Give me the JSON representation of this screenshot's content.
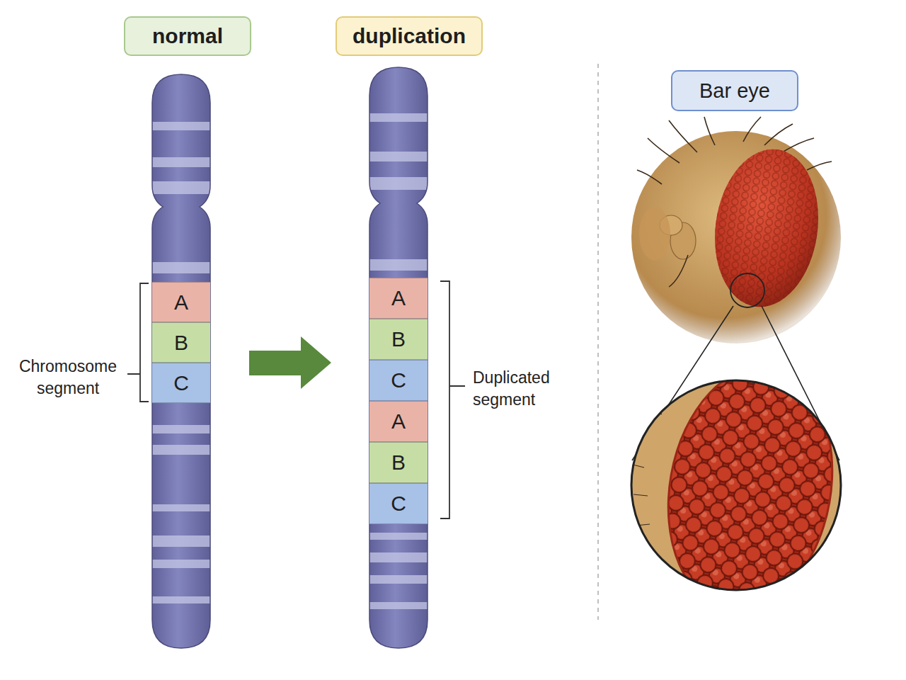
{
  "diagram": {
    "nodes": [
      {
        "text": [
          "normal"
        ]
      },
      {
        "text": [
          "duplication"
        ]
      },
      {
        "text": [
          "Bar eye"
        ]
      },
      {
        "text": [
          "A"
        ]
      },
      {
        "text": [
          "B"
        ]
      },
      {
        "text": [
          "C"
        ]
      },
      {
        "text": [
          "A"
        ]
      },
      {
        "text": [
          "B"
        ]
      },
      {
        "text": [
          "C"
        ]
      },
      {
        "text": [
          "A"
        ]
      },
      {
        "text": [
          "B"
        ]
      },
      {
        "text": [
          "C"
        ]
      }
    ],
    "labels": [
      "Chromosome segment",
      "Duplicated segment"
    ]
  }
}
